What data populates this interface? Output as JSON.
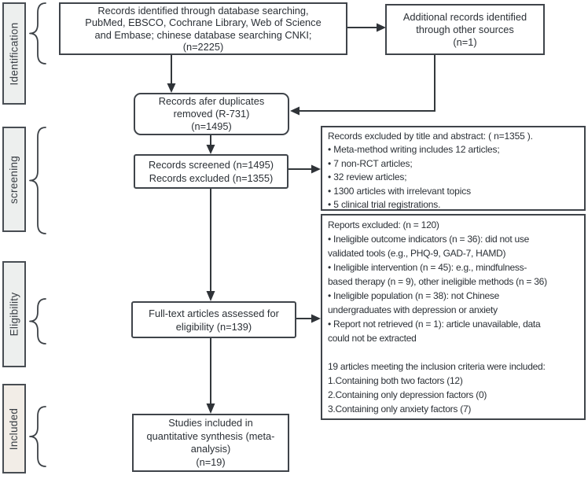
{
  "diagram": {
    "stages": [
      {
        "label": "Identification"
      },
      {
        "label": "screening"
      },
      {
        "label": "Eligibility"
      },
      {
        "label": "Included"
      }
    ],
    "boxes": {
      "identified": "Records identified through database searching,\nPubMed, EBSCO, Cochrane Library, Web of Science\nand Embase; chinese database searching CNKI;\n(n=2225)",
      "additional": "Additional records identified\nthrough other sources\n(n=1)",
      "duplicates": "Records afer duplicates\nremoved (R-731)\n(n=1495)",
      "screened": "Records screened (n=1495)\nRecords excluded (n=1355)",
      "excluded_title_abstract": "Records excluded by title and abstract: ( n=1355 ).\n• Meta-method writing includes 12 articles;\n• 7 non-RCT articles;\n• 32 review articles;\n• 1300 articles with irrelevant topics\n• 5 clinical trial registrations.",
      "fulltext": "Full-text articles assessed for\neligibility (n=139)",
      "reports_excluded": "Reports excluded: (n = 120)\n• Ineligible outcome indicators (n = 36): did not use\nvalidated tools (e.g., PHQ-9, GAD-7, HAMD)\n• Ineligible intervention (n = 45): e.g., mindfulness-\nbased therapy (n = 9), other ineligible methods (n = 36)\n• Ineligible population (n = 38): not Chinese\nundergraduates with depression or anxiety\n• Report not retrieved (n = 1): article unavailable, data\ncould not be extracted\n\n19 articles meeting the inclusion criteria were included:\n1.Containing both two factors (12)\n2.Containing only depression factors (0)\n3.Containing only anxiety factors (7)",
      "included_studies": "Studies included in\nquantitative synthesis (meta-\nanalysis)\n(n=19)"
    },
    "colors": {
      "line": "#33383c",
      "box_border": "#3f444a",
      "stage_fill": "#edefee",
      "stage_fill_included": "#f2ede7",
      "text": "#2b3036"
    }
  }
}
